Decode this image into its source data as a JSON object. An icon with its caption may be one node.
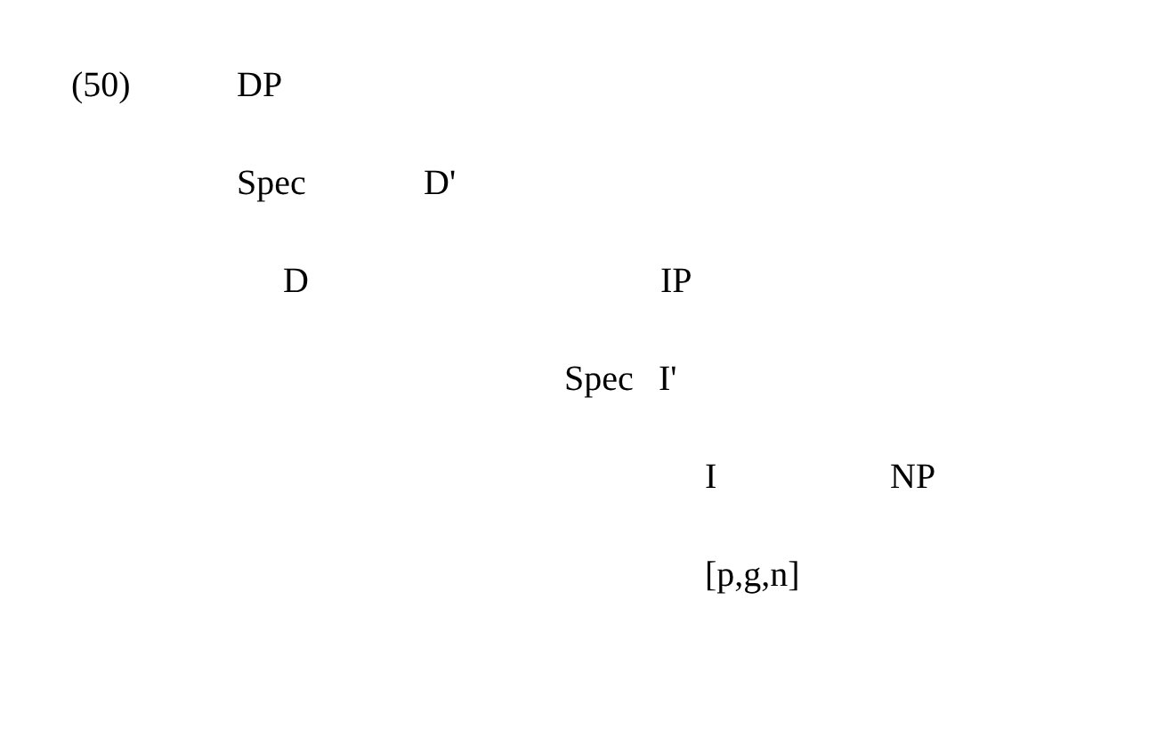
{
  "diagram": {
    "labels": [
      "(50)",
      "DP",
      "Spec",
      "D'",
      "D",
      "IP",
      "Spec",
      "I'",
      "I",
      "NP",
      "[p,g,n]"
    ]
  }
}
